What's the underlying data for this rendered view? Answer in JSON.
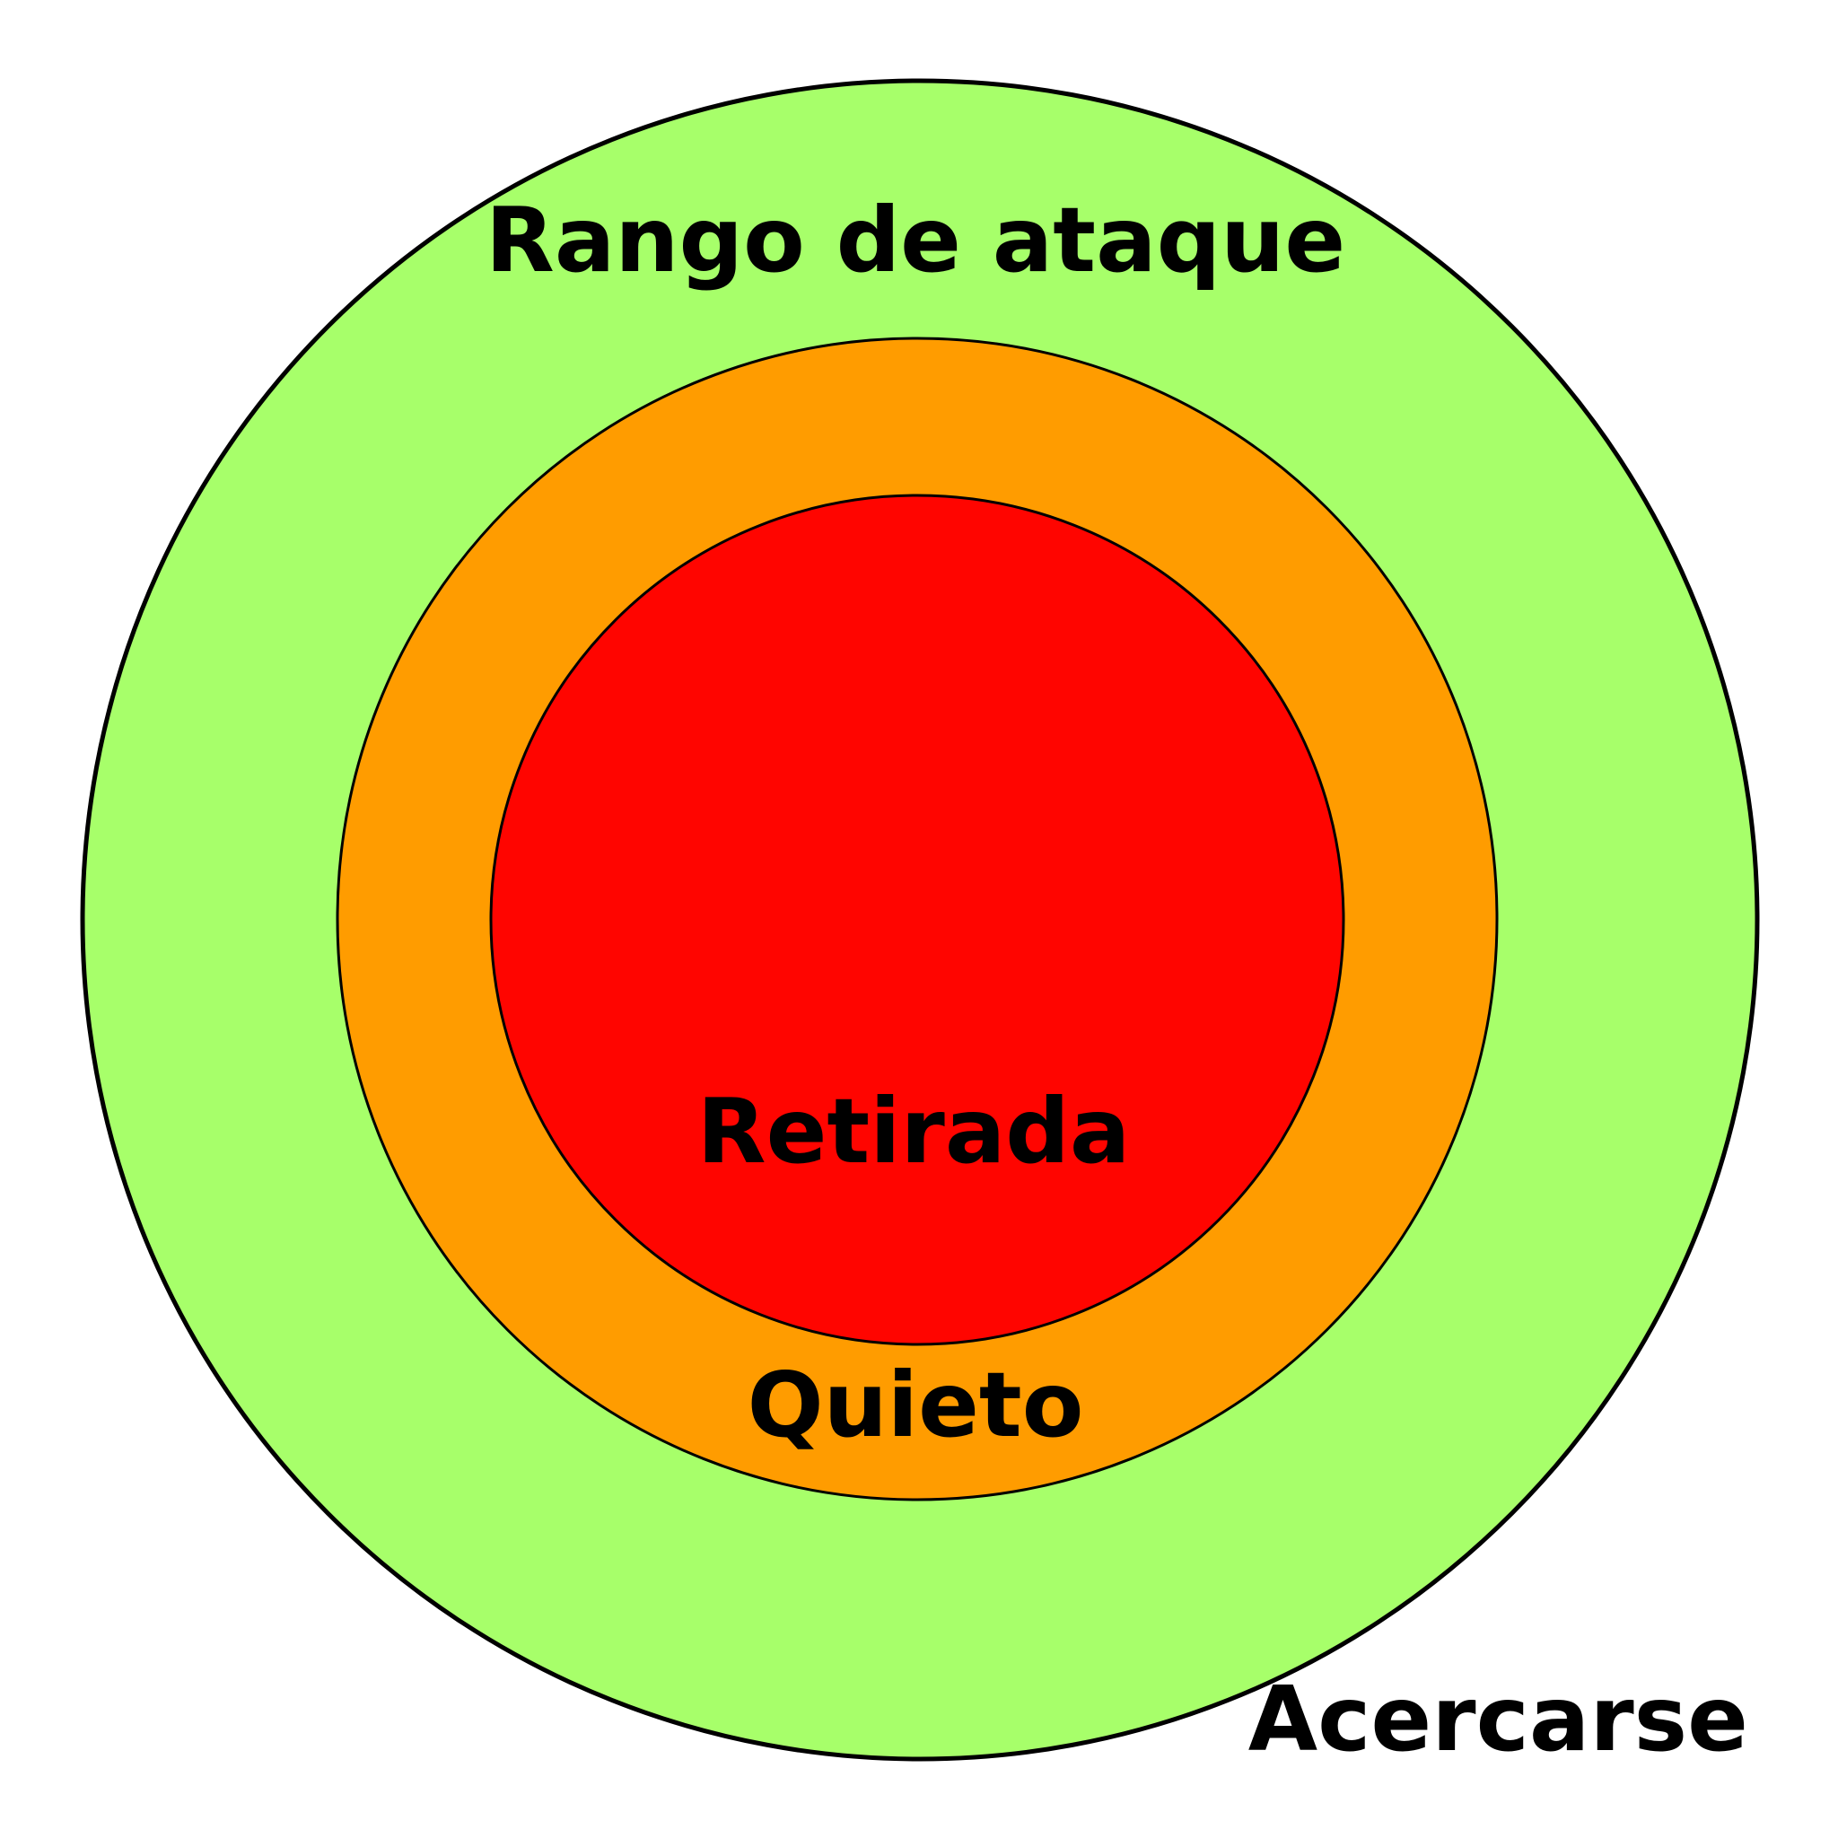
{
  "diagram": {
    "zones": [
      {
        "key": "outer",
        "label": "Rango de ataque",
        "fill": "#a7ff6a"
      },
      {
        "key": "middle",
        "label": "Quieto",
        "fill": "#ff9c00"
      },
      {
        "key": "inner",
        "label": "Retirada",
        "fill": "#ff0500"
      }
    ],
    "outside_label": "Acercarse",
    "outline_color": "#000000"
  }
}
